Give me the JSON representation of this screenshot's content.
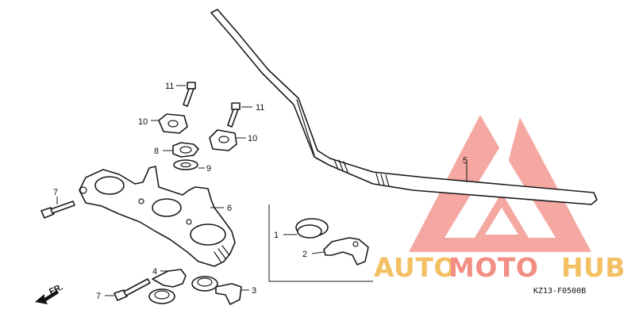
{
  "diagram": {
    "callouts": {
      "n1": "1",
      "n2": "2",
      "n3": "3",
      "n4": "4",
      "n5": "5",
      "n6": "6",
      "n7a": "7",
      "n7b": "7",
      "n8": "8",
      "n9": "9",
      "n10a": "10",
      "n10b": "10",
      "n11a": "11",
      "n11b": "11"
    },
    "direction_label": "FR.",
    "diagram_code": "KZ13-F0500B"
  },
  "watermark": {
    "word_1": "AUTO",
    "word_2": "MOTO",
    "word_3": "HUB",
    "colors": {
      "auto": "#f2b64a",
      "moto": "#f07b6e",
      "hub": "#f2b64a",
      "triangle": "#f28b82"
    }
  }
}
